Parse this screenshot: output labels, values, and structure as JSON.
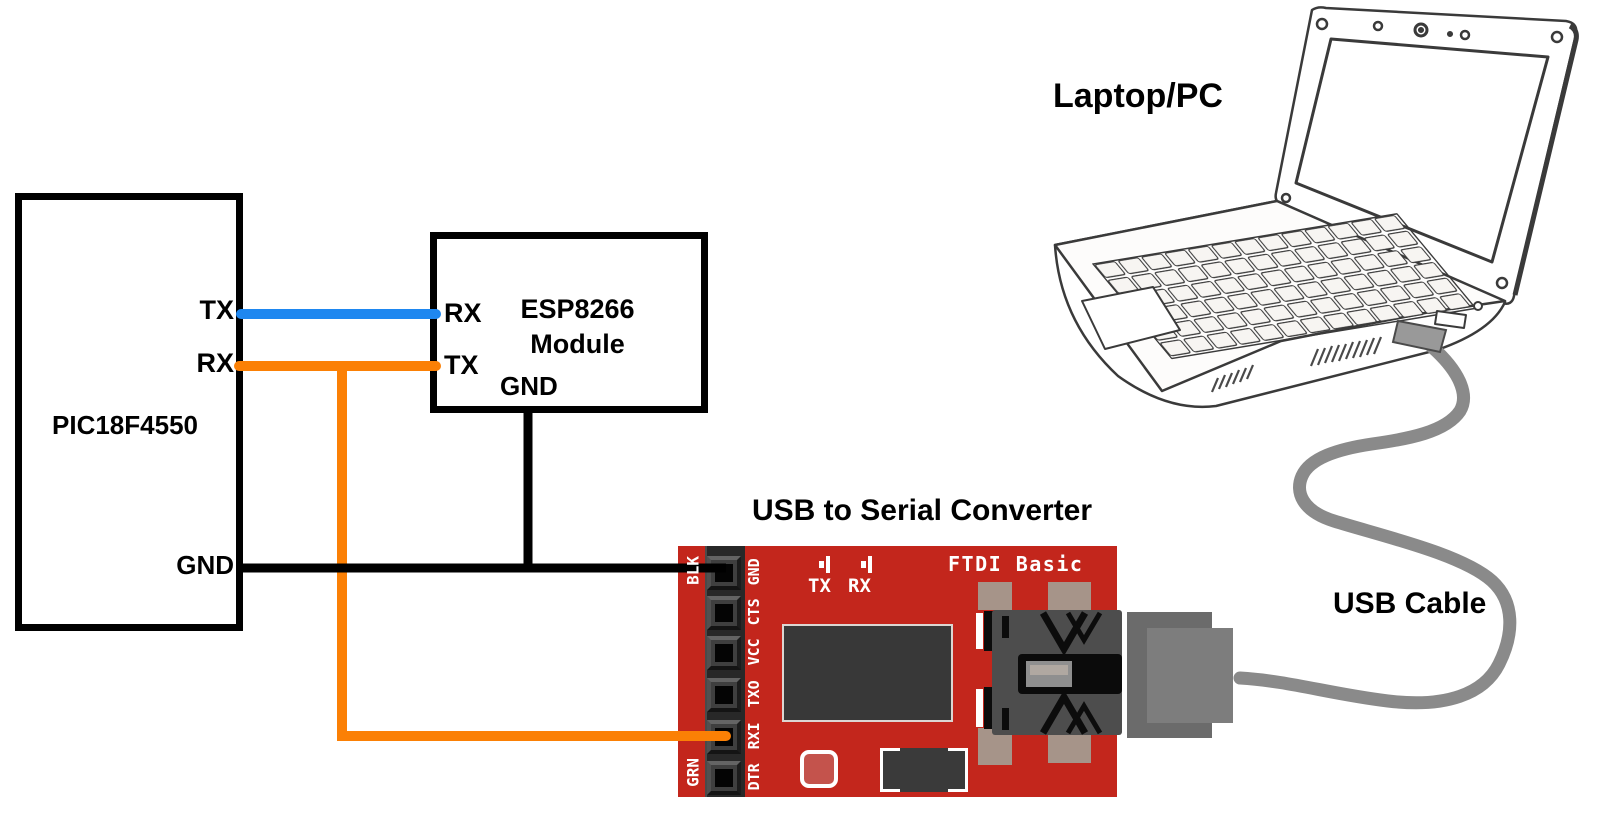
{
  "blocks": {
    "pic": {
      "title": "PIC18F4550",
      "pins": {
        "tx": "TX",
        "rx": "RX",
        "gnd": "GND"
      }
    },
    "esp": {
      "name": "ESP8266",
      "subname": "Module",
      "pins": {
        "rx": "RX",
        "tx": "TX",
        "gnd": "GND"
      }
    }
  },
  "converter": {
    "heading": "USB to Serial Converter",
    "board_name": "FTDI Basic",
    "leds": {
      "tx": "TX",
      "rx": "RX"
    },
    "edge_pins": {
      "top": "BLK",
      "bottom": "GRN"
    },
    "header_pins": [
      "GND",
      "CTS",
      "VCC",
      "TXO",
      "RXI",
      "DTR"
    ]
  },
  "annotations": {
    "laptop": "Laptop/PC",
    "cable": "USB Cable"
  },
  "colors": {
    "tx_wire_blue": "#1E87F0",
    "rx_wire_orange": "#FB8005",
    "gnd_wire_black": "#000000",
    "board_red": "#C3261C",
    "usb_cable_gray": "#8A8A8A"
  }
}
